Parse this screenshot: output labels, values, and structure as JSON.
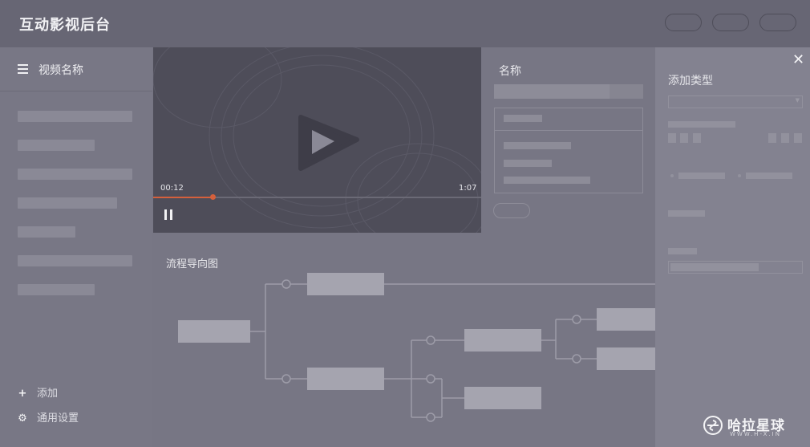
{
  "header": {
    "title": "互动影视后台",
    "buttons": [
      "",
      "",
      ""
    ]
  },
  "sidebar": {
    "menu_icon": "menu-icon",
    "title": "视频名称",
    "placeholder_items": 7,
    "actions": [
      {
        "icon": "plus-icon",
        "glyph": "+",
        "label": "添加"
      },
      {
        "icon": "gear-icon",
        "glyph": "⚙",
        "label": "通用设置"
      }
    ]
  },
  "player": {
    "current_time": "00:12",
    "total_time": "1:07",
    "progress": 0.18,
    "progress_color": "#d5603c",
    "state_icon": "pause-icon"
  },
  "name_panel": {
    "label": "名称"
  },
  "flow": {
    "title": "流程导向图"
  },
  "right_panel": {
    "close_glyph": "✕",
    "title": "添加类型"
  },
  "watermark": {
    "text": "哈拉星球",
    "subtext": "WWW.H-X.IN"
  }
}
